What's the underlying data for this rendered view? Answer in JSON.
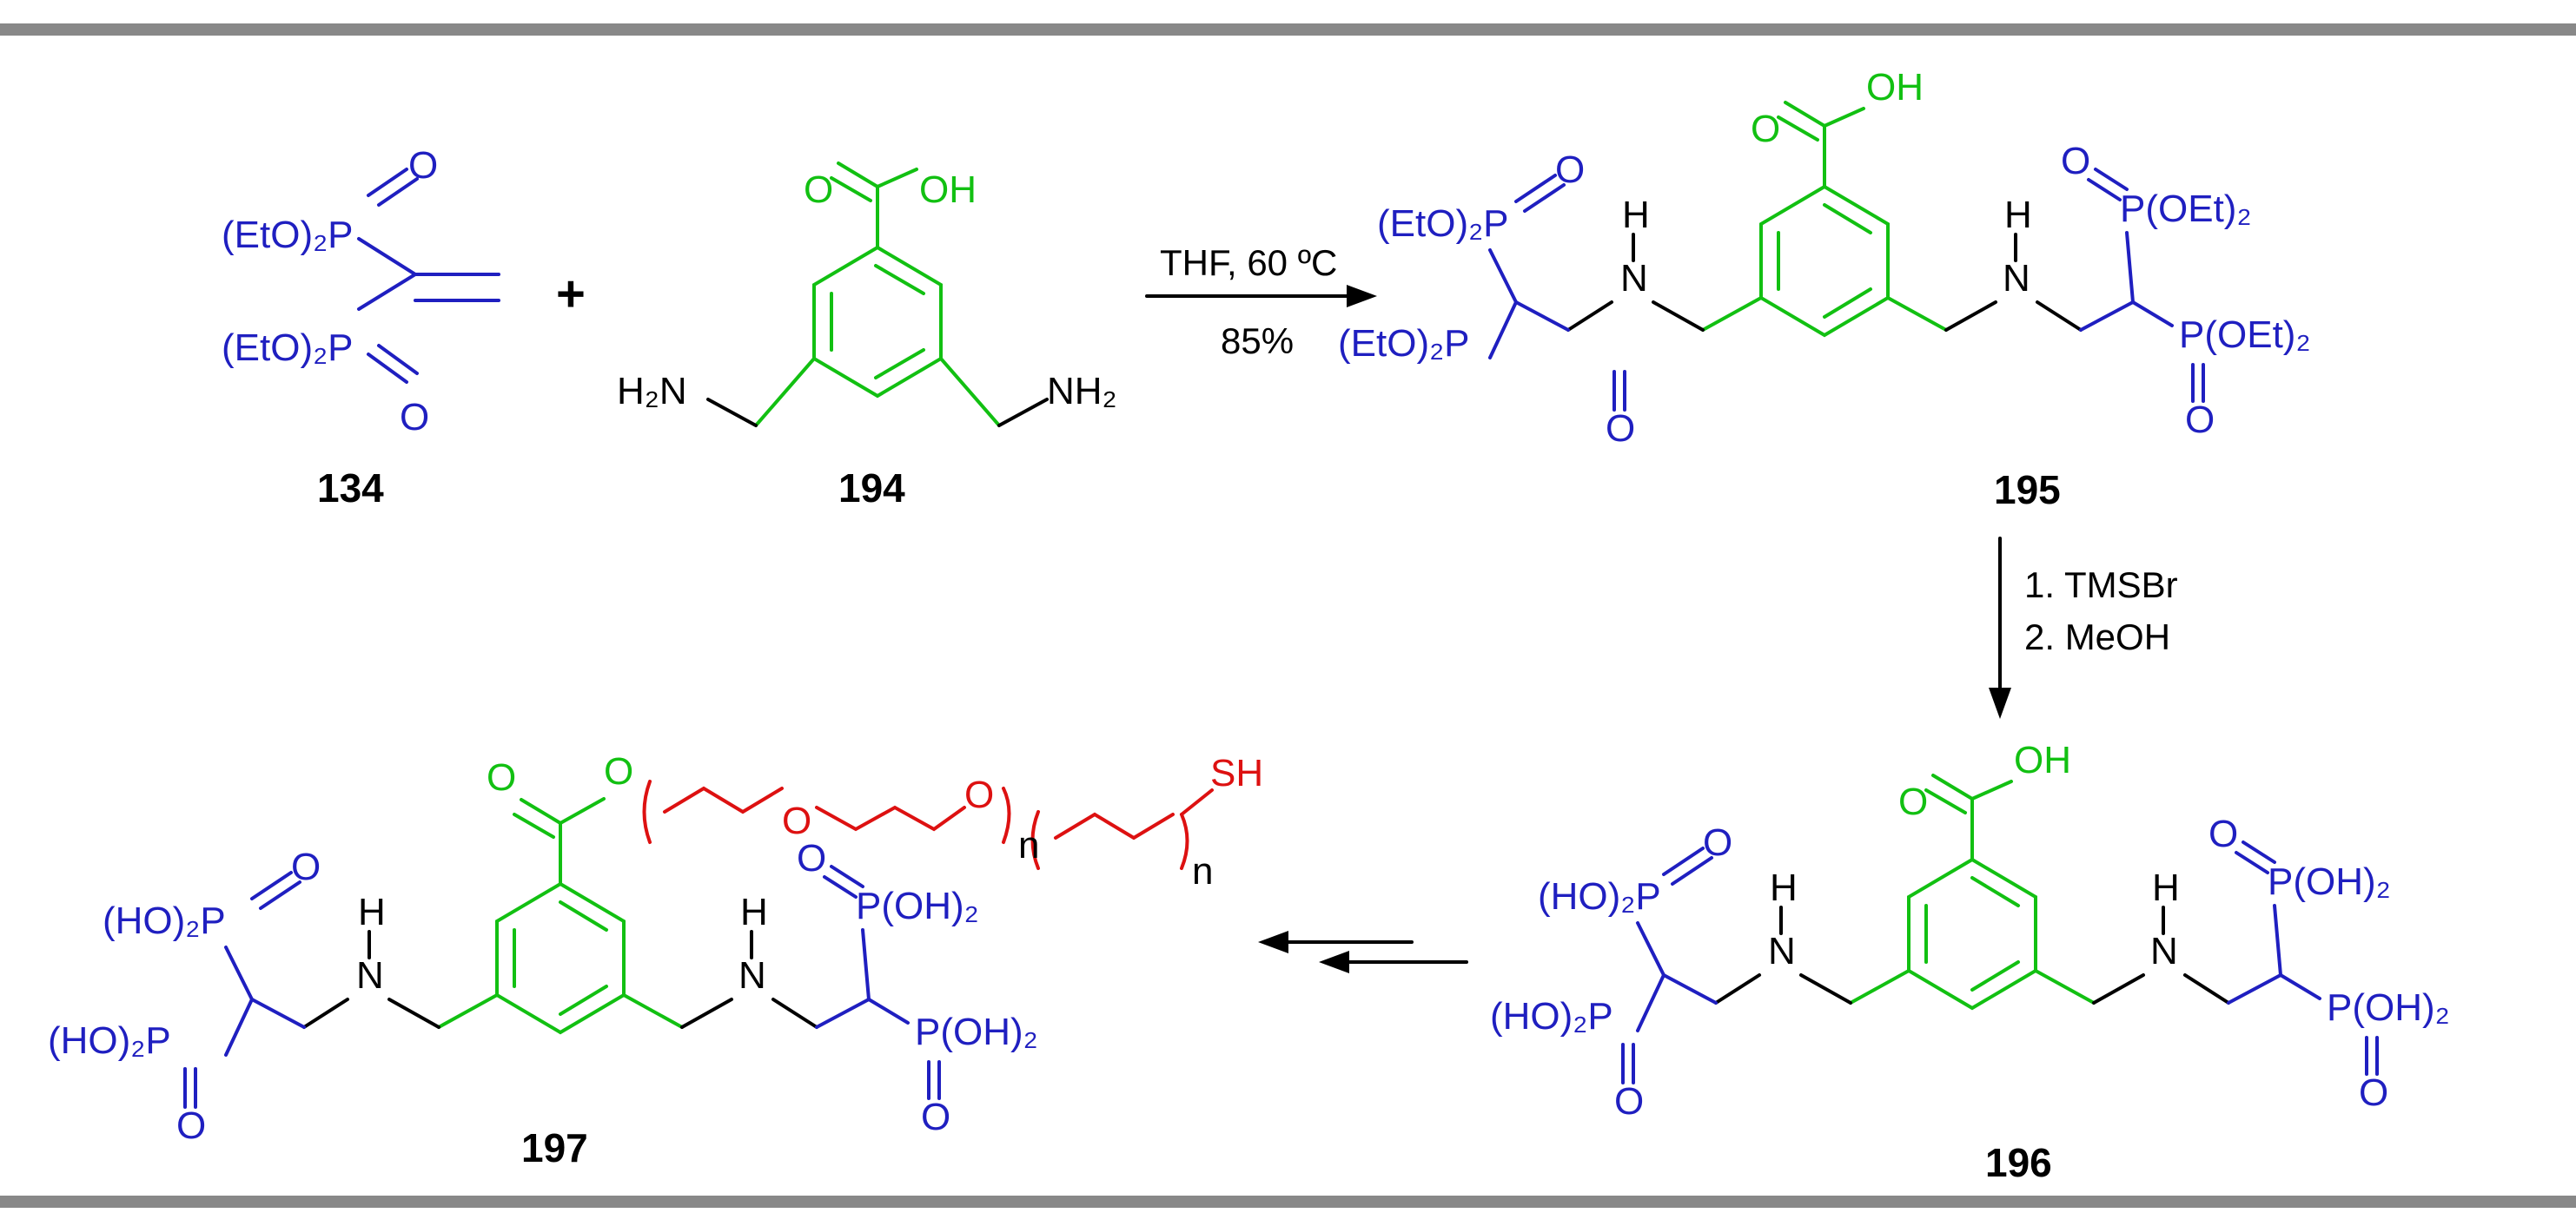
{
  "colors": {
    "phosphonate": "#1f1fc0",
    "benzoic_core": "#12c012",
    "peg_linker": "#dd1111",
    "text": "#000000",
    "rule": "#888888"
  },
  "compounds": {
    "c134": {
      "label": "134",
      "po1": "(EtO)₂P",
      "po2": "(EtO)₂P",
      "o1": "O",
      "o2": "O"
    },
    "c194": {
      "label": "194",
      "acid_o": "O",
      "acid_oh": "OH",
      "nh2_left": "H₂N",
      "nh2_right": "NH₂"
    },
    "c195": {
      "label": "195",
      "acid_o": "O",
      "acid_oh": "OH",
      "po_tl": "(EtO)₂P",
      "o_tl": "O",
      "po_bl": "(EtO)₂P",
      "o_bl": "O",
      "po_tr": "P(OEt)₂",
      "o_tr": "O",
      "po_br": "P(OEt)₂",
      "o_br": "O",
      "n": "N",
      "h": "H"
    },
    "c196": {
      "label": "196",
      "acid_o": "O",
      "acid_oh": "OH",
      "po_tl": "(HO)₂P",
      "o_tl": "O",
      "po_bl": "(HO)₂P",
      "o_bl": "O",
      "po_tr": "P(OH)₂",
      "o_tr": "O",
      "po_br": "P(OH)₂",
      "o_br": "O",
      "n": "N",
      "h": "H"
    },
    "c197": {
      "label": "197",
      "ester_o": "O",
      "ester_o2": "O",
      "po_tl": "(HO)₂P",
      "o_tl": "O",
      "po_bl": "(HO)₂P",
      "o_bl": "O",
      "po_tr": "P(OH)₂",
      "o_tr": "O",
      "po_br": "P(OH)₂",
      "o_br": "O",
      "n": "N",
      "h": "H",
      "peg_o1": "O",
      "peg_o2": "O",
      "n_sub": "n",
      "sh": "SH"
    }
  },
  "plus": "+",
  "reaction1": {
    "conditions": "THF, 60 ºC",
    "yield": "85%"
  },
  "reaction2": {
    "step1": "1. TMSBr",
    "step2": "2. MeOH"
  }
}
